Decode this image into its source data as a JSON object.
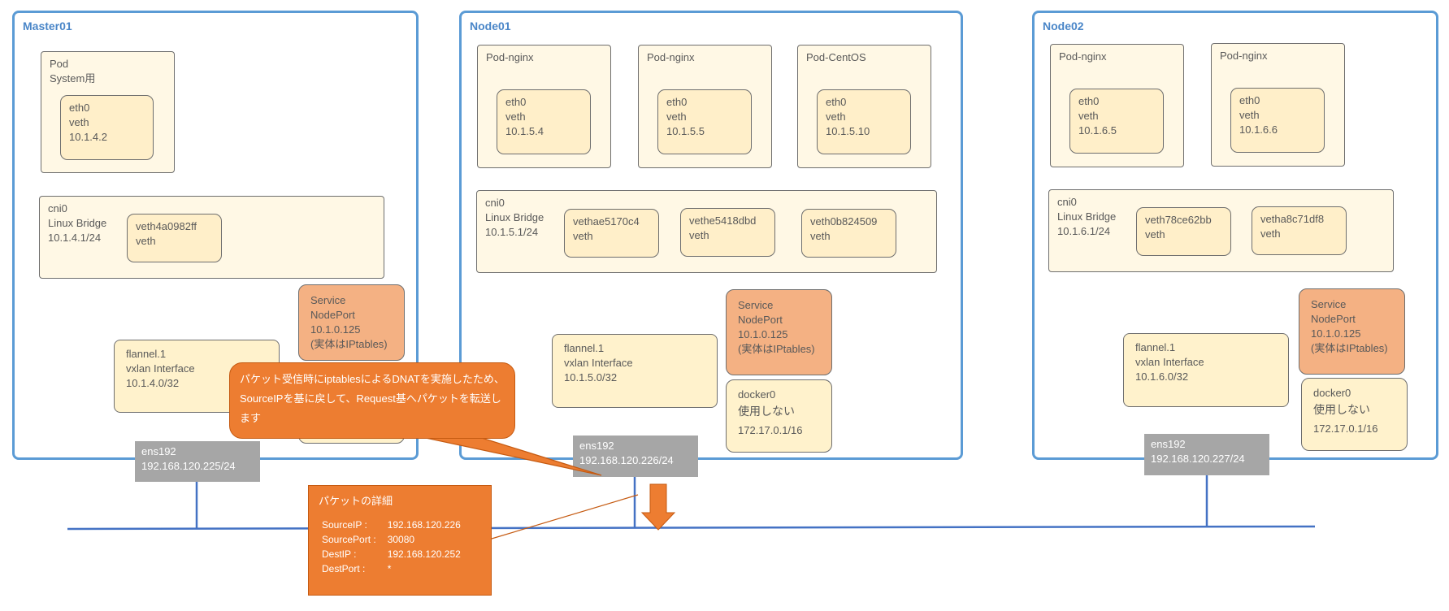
{
  "master01": {
    "title": "Master01",
    "pod": {
      "line1": "Pod",
      "line2": "System用"
    },
    "pod_eth": {
      "name": "eth0",
      "type": "veth",
      "ip": "10.1.4.2"
    },
    "cni0": {
      "name": "cni0",
      "type": "Linux Bridge",
      "ip": "10.1.4.1/24"
    },
    "bridge_veth": {
      "name": "veth4a0982ff",
      "type": "veth"
    },
    "service": {
      "l1": "Service",
      "l2": "NodePort",
      "l3": "10.1.0.125",
      "l4": "(実体はIPtables)"
    },
    "flannel": {
      "name": "flannel.1",
      "type": "vxlan Interface",
      "ip": "10.1.4.0/32"
    },
    "ens": {
      "name": "ens192",
      "ip": "192.168.120.225/24"
    }
  },
  "node01": {
    "title": "Node01",
    "pods": [
      {
        "title": "Pod-nginx",
        "eth": "eth0",
        "type": "veth",
        "ip": "10.1.5.4"
      },
      {
        "title": "Pod-nginx",
        "eth": "eth0",
        "type": "veth",
        "ip": "10.1.5.5"
      },
      {
        "title": "Pod-CentOS",
        "eth": "eth0",
        "type": "veth",
        "ip": "10.1.5.10"
      }
    ],
    "cni0": {
      "name": "cni0",
      "type": "Linux Bridge",
      "ip": "10.1.5.1/24"
    },
    "bridge_veths": [
      {
        "name": "vethae5170c4",
        "type": "veth"
      },
      {
        "name": "vethe5418dbd",
        "type": "veth"
      },
      {
        "name": "veth0b824509",
        "type": "veth"
      }
    ],
    "service": {
      "l1": "Service",
      "l2": "NodePort",
      "l3": "10.1.0.125",
      "l4": "(実体はIPtables)"
    },
    "flannel": {
      "name": "flannel.1",
      "type": "vxlan Interface",
      "ip": "10.1.5.0/32"
    },
    "docker": {
      "name": "docker0",
      "note": "使用しない",
      "ip": "172.17.0.1/16"
    },
    "ens": {
      "name": "ens192",
      "ip": "192.168.120.226/24"
    }
  },
  "node02": {
    "title": "Node02",
    "pods": [
      {
        "title": "Pod-nginx",
        "eth": "eth0",
        "type": "veth",
        "ip": "10.1.6.5"
      },
      {
        "title": "Pod-nginx",
        "eth": "eth0",
        "type": "veth",
        "ip": "10.1.6.6"
      }
    ],
    "cni0": {
      "name": "cni0",
      "type": "Linux Bridge",
      "ip": "10.1.6.1/24"
    },
    "bridge_veths": [
      {
        "name": "veth78ce62bb",
        "type": "veth"
      },
      {
        "name": "vetha8c71df8",
        "type": "veth"
      }
    ],
    "service": {
      "l1": "Service",
      "l2": "NodePort",
      "l3": "10.1.0.125",
      "l4": "(実体はIPtables)"
    },
    "flannel": {
      "name": "flannel.1",
      "type": "vxlan Interface",
      "ip": "10.1.6.0/32"
    },
    "docker": {
      "name": "docker0",
      "note": "使用しない",
      "ip": "172.17.0.1/16"
    },
    "ens": {
      "name": "ens192",
      "ip": "192.168.120.227/24"
    }
  },
  "callout": {
    "text": "パケット受信時にiptablesによるDNATを実施したため、SourceIPを基に戻して、Request基へパケットを転送します"
  },
  "packet_detail": {
    "title": "パケットの詳細",
    "rows": [
      {
        "label": "SourceIP :",
        "value": "192.168.120.226"
      },
      {
        "label": "SourcePort :",
        "value": "30080"
      },
      {
        "label": "DestIP :",
        "value": "192.168.120.252"
      },
      {
        "label": "DestPort :",
        "value": "*"
      }
    ]
  },
  "colors": {
    "node_border": "#5b9bd5",
    "wire": "#4472c4",
    "callout": "#ed7d31",
    "service": "#f4b183",
    "nic": "#a6a6a6"
  }
}
